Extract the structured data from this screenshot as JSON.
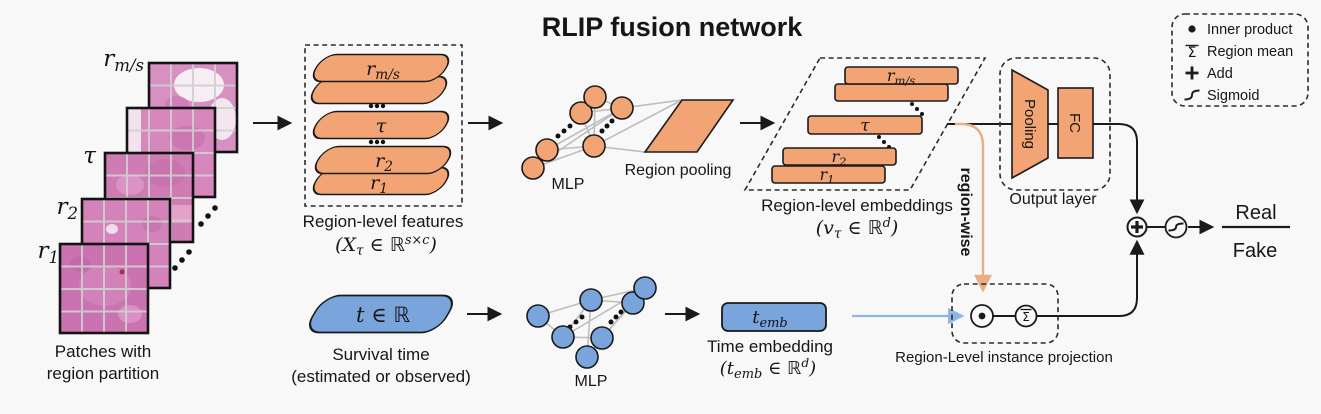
{
  "title": "RLIP fusion network",
  "colors": {
    "orange_fill": "#F2A475",
    "blue_fill": "#79A4DC",
    "region_wise_line": "#EAAE85",
    "region_wise_text": "#DC9B6E",
    "blue_arrow": "#8FB4E6",
    "real_blue": "#1D78E2",
    "fake_red": "#F01414"
  },
  "patches": {
    "labels": [
      {
        "base": "r",
        "sub": "m/s"
      },
      {
        "base": "τ",
        "sub": ""
      },
      {
        "base": "r",
        "sub": "2"
      },
      {
        "base": "r",
        "sub": "1"
      }
    ],
    "caption_line1": "Patches with",
    "caption_line2": "region partition"
  },
  "features": {
    "bars": [
      {
        "base": "r",
        "sub": "m/s"
      },
      {
        "base": "τ",
        "sub": ""
      },
      {
        "base": "r",
        "sub": "2"
      },
      {
        "base": "r",
        "sub": "1"
      }
    ],
    "caption": "Region-level features",
    "math": {
      "open": "(X",
      "sub": "τ",
      "mid": " ∈ ℝ",
      "sup": "s×c",
      "close": ")"
    }
  },
  "mlp_top_label": "MLP",
  "region_pooling_label": "Region pooling",
  "embeddings": {
    "bars": [
      {
        "base": "r",
        "sub": "m/s"
      },
      {
        "base": "τ",
        "sub": ""
      },
      {
        "base": "r",
        "sub": "2"
      },
      {
        "base": "r",
        "sub": "1"
      }
    ],
    "caption": "Region-level embeddings",
    "math": {
      "open": "(v",
      "sub": "τ",
      "mid": " ∈ ℝ",
      "sup": "d",
      "close": ")"
    }
  },
  "output_layer": {
    "pooling": "Pooling",
    "fc": "FC",
    "caption": "Output layer"
  },
  "region_wise_label": "region-wise",
  "projection": {
    "caption": "Region-Level instance projection"
  },
  "survival": {
    "value": "t ∈ ℝ",
    "caption_line1": "Survival time",
    "caption_line2": "(estimated or observed)"
  },
  "mlp_bottom_label": "MLP",
  "time_embedding": {
    "value_base": "t",
    "value_sub": "emb",
    "caption": "Time embedding",
    "math": {
      "open": "(t",
      "sub": "emb",
      "mid": " ∈ ℝ",
      "sup": "d",
      "close": ")"
    }
  },
  "outputs": {
    "real": "Real",
    "fake": "Fake"
  },
  "legend": {
    "items": [
      {
        "icon": "inner-product-icon",
        "label": "Inner product"
      },
      {
        "icon": "region-mean-icon",
        "label": "Region mean"
      },
      {
        "icon": "add-icon",
        "label": "Add"
      },
      {
        "icon": "sigmoid-icon",
        "label": "Sigmoid"
      }
    ]
  }
}
